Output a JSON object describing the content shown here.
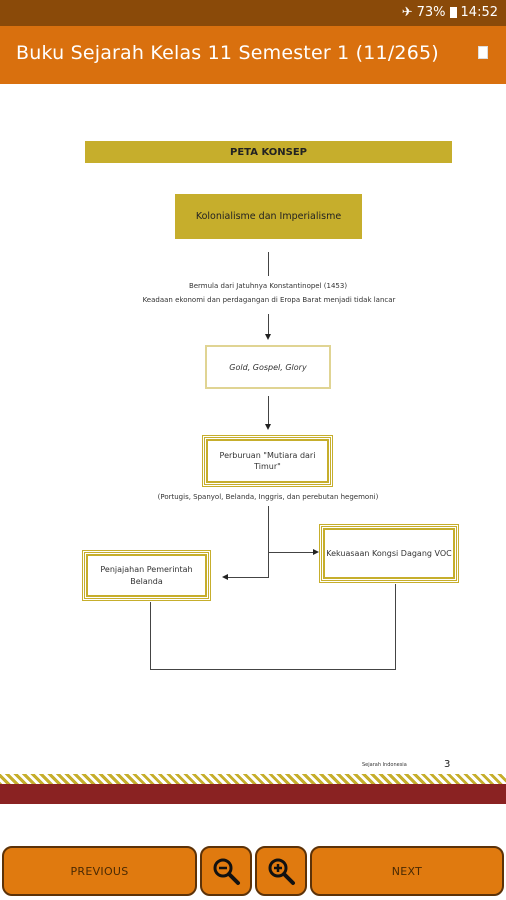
{
  "status_bar": {
    "battery": "73%",
    "time": "14:52"
  },
  "app": {
    "title": "Buku Sejarah Kelas 11 Semester 1 (11/265)"
  },
  "page": {
    "banner": "PETA KONSEP",
    "box_main": "Kolonialisme dan Imperialisme",
    "cause_line1": "Bermula dari Jatuhnya Konstantinopel (1453)",
    "cause_line2": "Keadaan ekonomi dan perdagangan di Eropa Barat menjadi tidak lancar",
    "box_motives": "Gold,  Gospel,  Glory",
    "box_quest": "Perburuan \"Mutiara dari Timur\"",
    "nations": "(Portugis, Spanyol,  Belanda, Inggris, dan perebutan hegemoni)",
    "box_left": "Penjajahan Pemerintah Belanda",
    "box_right": "Kekuasaan Kongsi Dagang VOC",
    "footer_label": "Sejarah Indonesia",
    "footer_page": "3"
  },
  "controls": {
    "previous_label": "PREVIOUS",
    "next_label": "NEXT"
  },
  "colors": {
    "status_bar": "#8a4a09",
    "app_bar": "#d9700e",
    "gold": "#c6ae2c",
    "button": "#e07a0f",
    "band_red": "#8a2222"
  }
}
